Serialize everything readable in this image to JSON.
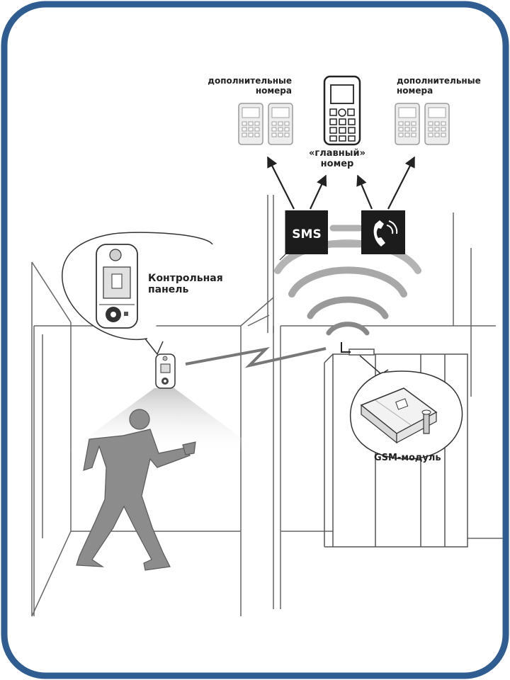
{
  "labels": {
    "extra_left_line1": "дополнительные",
    "extra_left_line2": "номера",
    "extra_right_line1": "дополнительные",
    "extra_right_line2": "номера",
    "main_line1": "«главный»",
    "main_line2": "номер",
    "sms_badge": "SMS",
    "panel_line1": "Контрольная",
    "panel_line2": "панель",
    "gsm_module": "GSM-модуль"
  },
  "colors": {
    "frame": "#2f5d91",
    "line": "#444444",
    "signal": "#9a9a9a",
    "badge": "#1c1c1c",
    "intruder": "#8c8c8c",
    "phone_fill": "#ededed"
  },
  "icons": {
    "sms_badge": "sms-icon",
    "call_badge": "phone-handset-icon",
    "signal": "wifi-signal-icon",
    "intruder": "person-silhouette-icon",
    "sensor": "motion-sensor-icon",
    "module": "gsm-module-icon"
  }
}
